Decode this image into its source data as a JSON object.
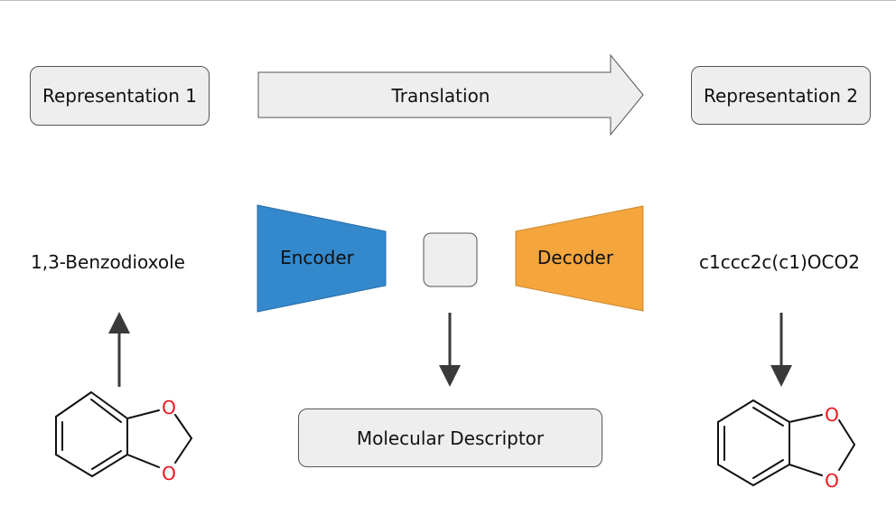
{
  "diagram": {
    "representation_1": "Representation 1",
    "translation": "Translation",
    "representation_2": "Representation 2",
    "input_name": "1,3-Benzodioxole",
    "encoder": "Encoder",
    "decoder": "Decoder",
    "output_smiles": "c1ccc2c(c1)OCO2",
    "molecular_descriptor": "Molecular Descriptor",
    "molecule_left": {
      "atom_top": "O",
      "atom_bottom": "O"
    },
    "molecule_right": {
      "atom_top": "O",
      "atom_bottom": "O"
    }
  },
  "colors": {
    "encoder": "#3389cc",
    "decoder": "#f4a53c",
    "box_fill": "#eeeeee",
    "oxygen": "#e8161b",
    "arrow": "#3a3a3a"
  },
  "icons": {
    "down_arrow": "arrow-down-icon",
    "up_arrow": "arrow-up-icon",
    "block_arrow": "arrow-right-block-icon"
  }
}
